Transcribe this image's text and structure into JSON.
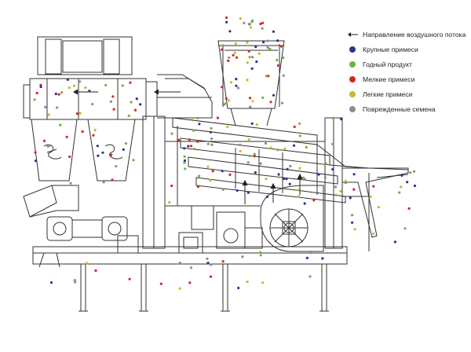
{
  "legend": {
    "air_label": "Направление воздушного потока",
    "items": [
      {
        "key": "large",
        "label": "Крупные примеси",
        "color": "#2e3192"
      },
      {
        "key": "good",
        "label": "Годный продукт",
        "color": "#6cb33f"
      },
      {
        "key": "small",
        "label": "Мелкие примеси",
        "color": "#d7261e"
      },
      {
        "key": "light",
        "label": "Легкие примеси",
        "color": "#c8b830"
      },
      {
        "key": "damaged",
        "label": "Поврежденные семена",
        "color": "#8c8c8c"
      }
    ]
  },
  "line_color": "#333333"
}
